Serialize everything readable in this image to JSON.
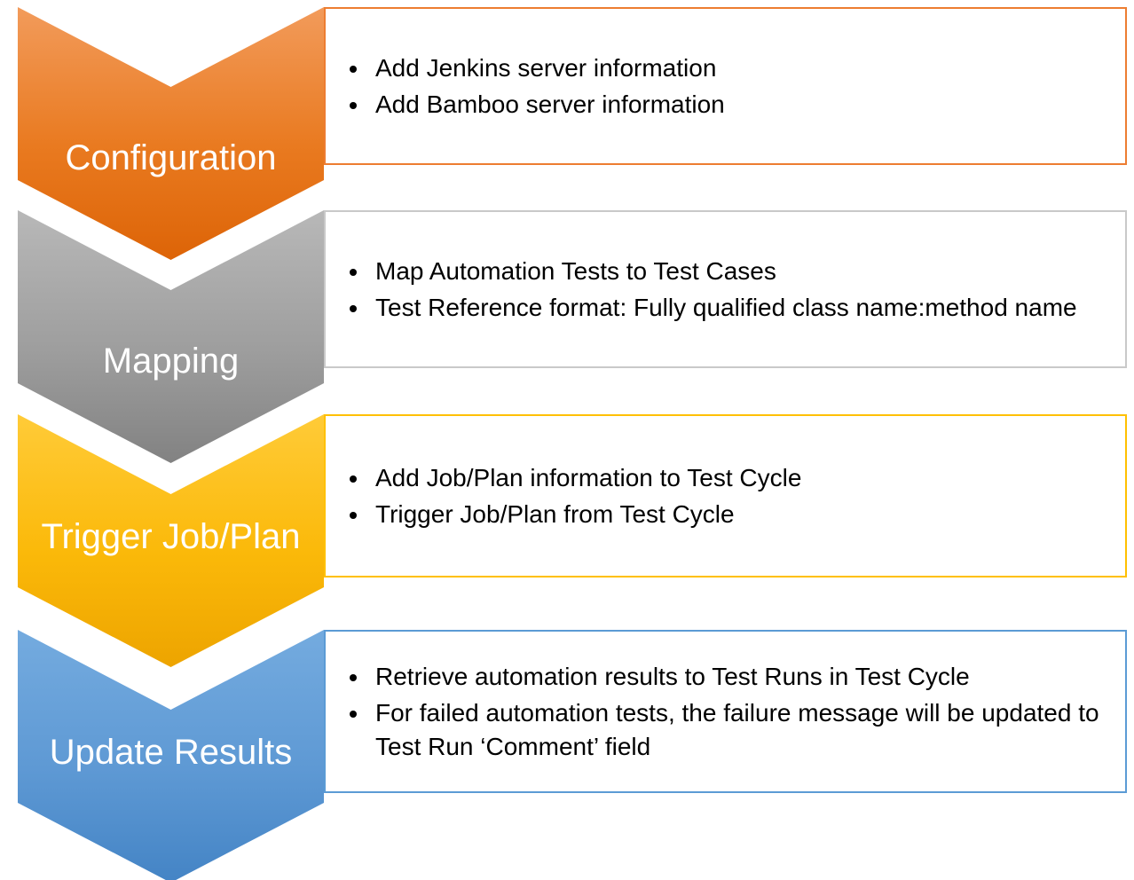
{
  "diagram": {
    "steps": [
      {
        "label": "Configuration",
        "color": "#ED7D31",
        "bullets": [
          "Add Jenkins server information",
          "Add Bamboo server information"
        ]
      },
      {
        "label": "Mapping",
        "color": "#A6A6A6",
        "bullets": [
          "Map Automation Tests to Test Cases",
          "Test Reference format: Fully qualified class name:method name"
        ]
      },
      {
        "label": "Trigger Job/Plan",
        "color": "#FFC000",
        "bullets": [
          "Add Job/Plan information to Test Cycle",
          "Trigger Job/Plan from Test Cycle"
        ]
      },
      {
        "label": "Update Results",
        "color": "#5B9BD5",
        "bullets": [
          "Retrieve automation results to Test Runs in Test Cycle",
          "For failed automation tests, the failure message will be updated to Test Run ‘Comment’ field"
        ]
      }
    ]
  }
}
